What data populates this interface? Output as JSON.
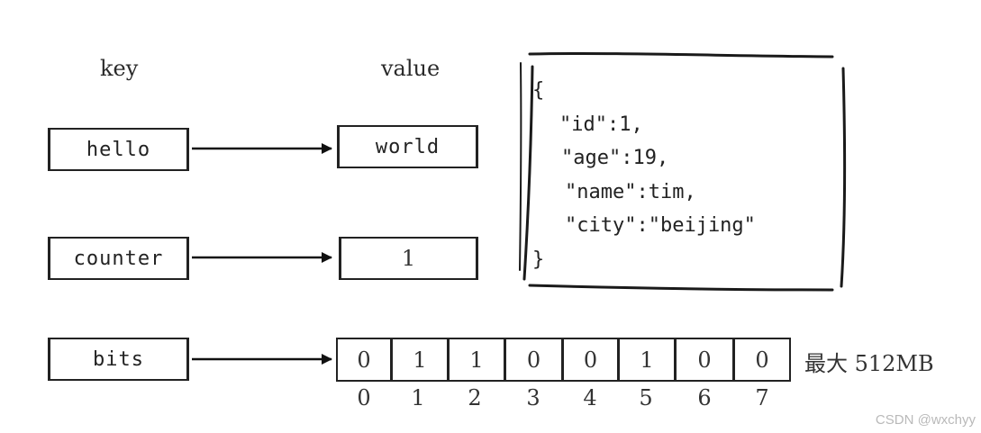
{
  "headers": {
    "key": "key",
    "value": "value"
  },
  "rows": {
    "hello": {
      "key": "hello",
      "value": "world"
    },
    "counter": {
      "key": "counter",
      "value": "1"
    },
    "bits": {
      "key": "bits"
    }
  },
  "json_value": {
    "open": "{",
    "lines": [
      "\"id\":1,",
      "\"age\":19,",
      "\"name\":tim,",
      "\"city\":\"beijing\""
    ],
    "close": "}"
  },
  "bitmap": {
    "bits": [
      "0",
      "1",
      "1",
      "0",
      "0",
      "1",
      "0",
      "0"
    ],
    "indices": [
      "0",
      "1",
      "2",
      "3",
      "4",
      "5",
      "6",
      "7"
    ],
    "limit_label": "最大 512MB"
  },
  "watermark": "CSDN @wxchyy"
}
